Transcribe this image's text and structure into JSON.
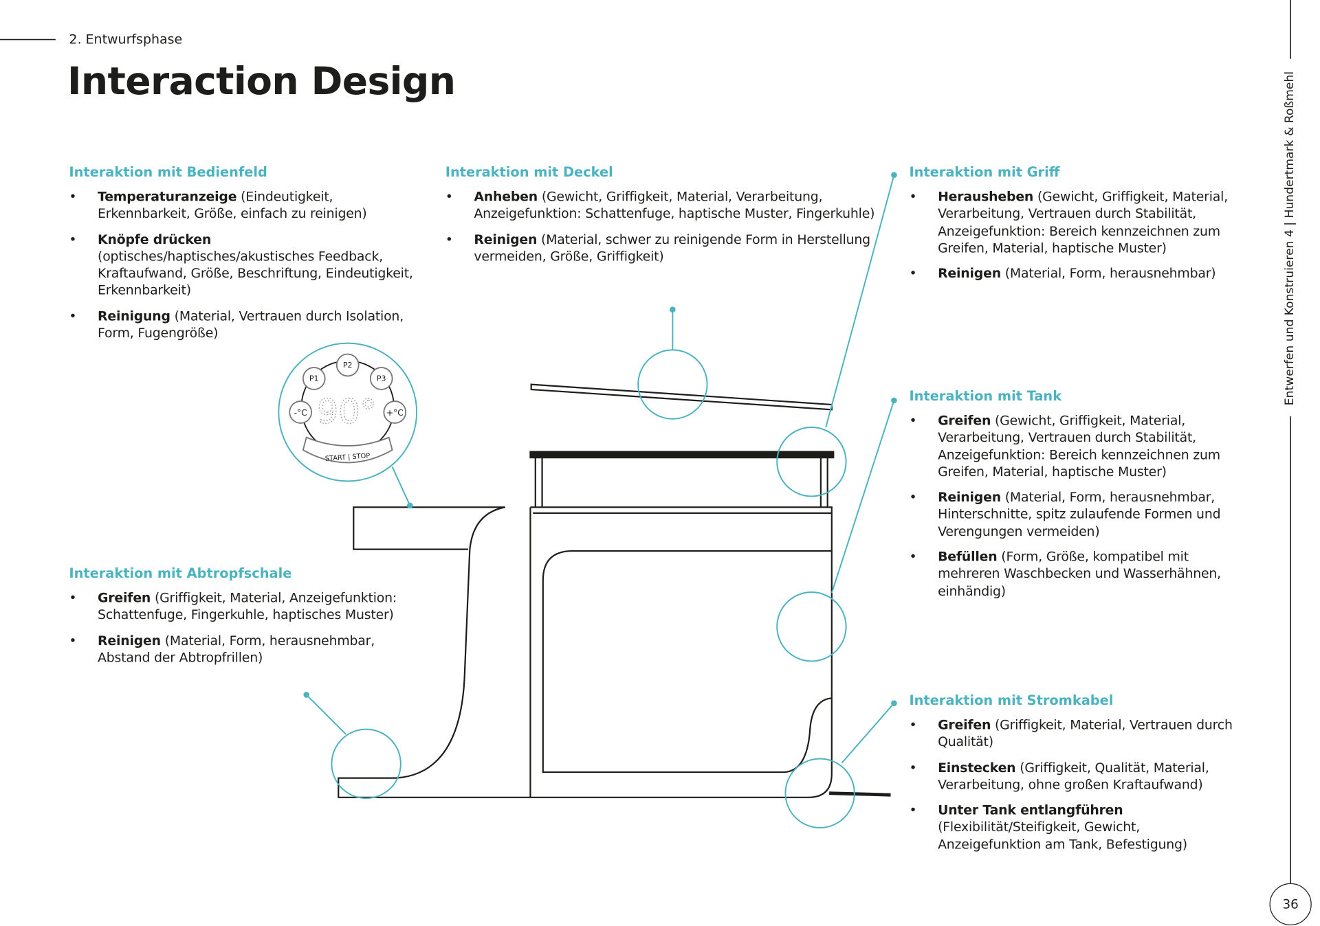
{
  "header": {
    "chapter": "2. Entwurfsphase",
    "title": "Interaction Design"
  },
  "sidebar": {
    "text": "Entwerfen und Konstruieren 4  |  Hundertmark & Roßmehl",
    "page_number": "36"
  },
  "sections": {
    "bedienfeld": {
      "heading": "Interaktion mit Bedienfeld",
      "items": [
        {
          "term": "Temperaturanzeige",
          "desc": " (Eindeutigkeit, Erkennbarkeit, Größe, einfach zu reinigen)"
        },
        {
          "term": "Knöpfe drücken",
          "desc": " (optisches/haptisches/akustisches Feedback, Kraftaufwand, Größe, Beschriftung, Eindeutigkeit, Erkennbarkeit)"
        },
        {
          "term": "Reinigung",
          "desc": " (Material, Vertrauen durch Isolation, Form, Fugengröße)"
        }
      ]
    },
    "deckel": {
      "heading": "Interaktion mit Deckel",
      "items": [
        {
          "term": "Anheben",
          "desc": " (Gewicht, Griffigkeit, Material, Verarbeitung, Anzeigefunktion: Schattenfuge, haptische Muster, Fingerkuhle)"
        },
        {
          "term": "Reinigen",
          "desc": " (Material, schwer zu reinigende Form in Herstellung vermeiden, Größe, Griffigkeit)"
        }
      ]
    },
    "griff": {
      "heading": "Interaktion mit Griff",
      "items": [
        {
          "term": "Herausheben",
          "desc": " (Gewicht, Griffigkeit, Material, Verarbeitung, Vertrauen durch Stabilität, Anzeigefunktion: Bereich kennzeichnen zum Greifen, Material, haptische Muster)"
        },
        {
          "term": "Reinigen",
          "desc": " (Material, Form, herausnehmbar)"
        }
      ]
    },
    "tank": {
      "heading": "Interaktion mit Tank",
      "items": [
        {
          "term": "Greifen",
          "desc": " (Gewicht, Griffigkeit, Material, Verarbeitung, Vertrauen durch Stabilität, Anzeigefunktion: Bereich kennzeichnen zum Greifen, Material, haptische Muster)"
        },
        {
          "term": "Reinigen",
          "desc": " (Material, Form, herausnehmbar, Hinterschnitte, spitz zulaufende Formen und Verengungen vermeiden)"
        },
        {
          "term": "Befüllen",
          "desc": " (Form, Größe, kompatibel mit mehreren Waschbecken und Wasserhähnen, einhändig)"
        }
      ]
    },
    "abtropfschale": {
      "heading": "Interaktion mit Abtropfschale",
      "items": [
        {
          "term": "Greifen",
          "desc": " (Griffigkeit, Material, Anzeigefunktion: Schattenfuge, Fingerkuhle, haptisches Muster)"
        },
        {
          "term": "Reinigen",
          "desc": " (Material, Form, herausnehmbar, Abstand der Abtropfrillen)"
        }
      ]
    },
    "stromkabel": {
      "heading": "Interaktion mit Stromkabel",
      "items": [
        {
          "term": "Greifen",
          "desc": " (Griffigkeit, Material, Vertrauen durch Qualität)"
        },
        {
          "term": "Einstecken",
          "desc": " (Griffigkeit, Qualität, Material, Verarbeitung, ohne großen Kraftaufwand)"
        },
        {
          "term": "Unter Tank entlangführen",
          "desc": " (Flexibilität/Steifigkeit, Gewicht, Anzeigefunktion am Tank, Befestigung)"
        }
      ]
    }
  },
  "panel": {
    "p1": "P1",
    "p2": "P2",
    "p3": "P3",
    "minus": "-°C",
    "plus": "+°C",
    "temp": "90°",
    "start_stop": "START | STOP"
  },
  "colors": {
    "accent": "#4bb3c0",
    "ink": "#1d1d1b"
  }
}
